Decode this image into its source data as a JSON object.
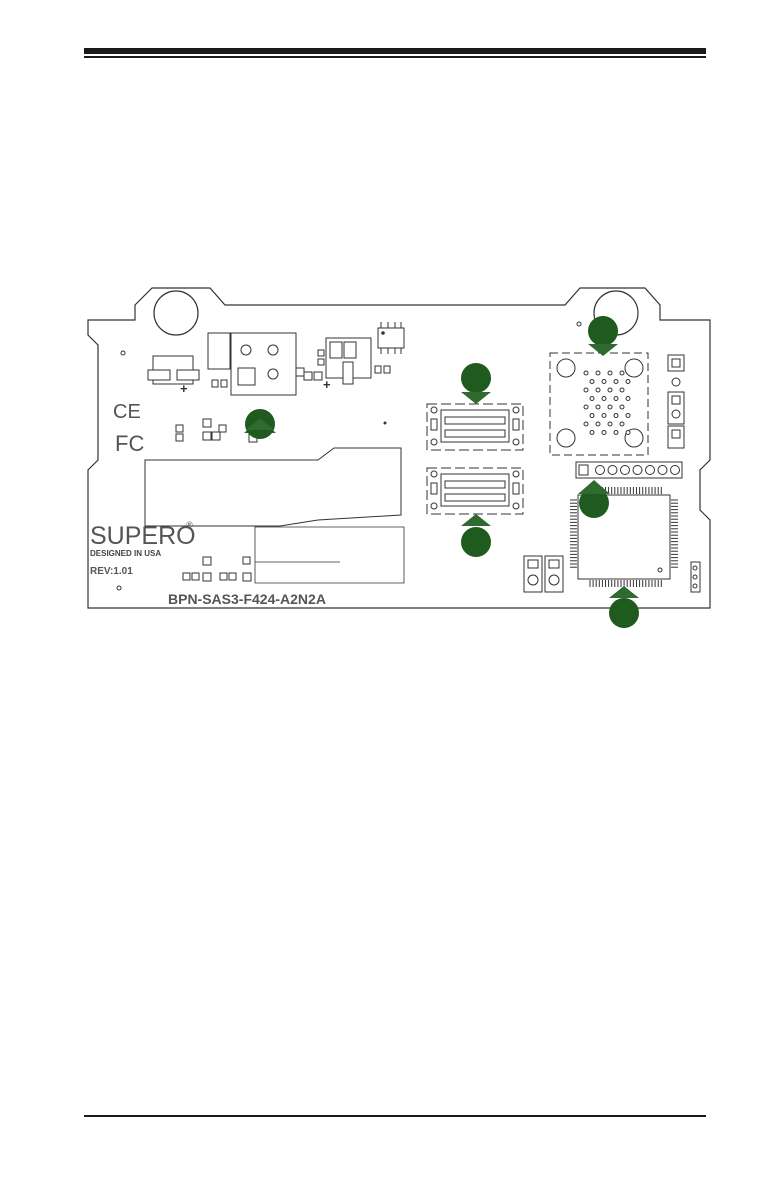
{
  "board": {
    "part_number": "BPN-SAS3-F424-A2N2A",
    "revision": "REV:1.01",
    "logo": "SUPERO",
    "logo_mark": "®",
    "designed_in": "DESIGNED IN USA",
    "ce_mark": "CE",
    "fcc_mark": "FC"
  },
  "callouts": [
    {
      "id": "callout-power-connector",
      "pointer": "up"
    },
    {
      "id": "callout-top-left-connector",
      "pointer": "down"
    },
    {
      "id": "callout-bottom-left-connector",
      "pointer": "up"
    },
    {
      "id": "callout-top-right-connector",
      "pointer": "down"
    },
    {
      "id": "callout-header",
      "pointer": "up"
    },
    {
      "id": "callout-chip",
      "pointer": "up"
    }
  ],
  "colors": {
    "ink": "#1a1a1a",
    "board_line": "#333333",
    "callout": "#1f5a1f",
    "pointer": "#2f6b2f",
    "silk": "#444444"
  }
}
